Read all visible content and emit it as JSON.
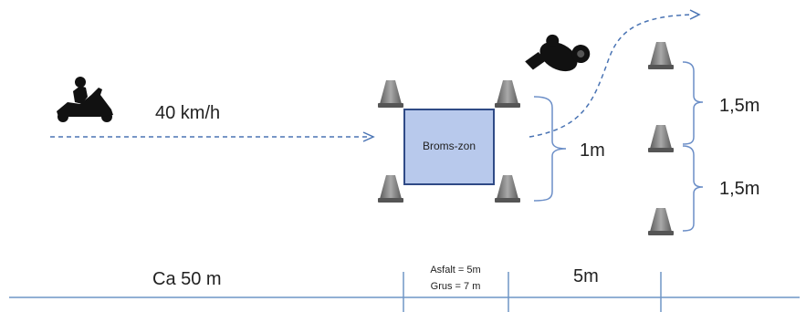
{
  "speed_label": "40 km/h",
  "zone_label": "Broms-zon",
  "gap_1m": "1m",
  "gap_15_top": "1,5m",
  "gap_15_bottom": "1,5m",
  "distance_approach": "Ca 50 m",
  "surface_asphalt": "Asfalt = 5m",
  "surface_gravel": "Grus = 7 m",
  "distance_5m": "5m",
  "icons": {
    "rider_left": "scooter-rider-icon",
    "rider_turning": "turning-scooter-rider-icon",
    "cone": "traffic-cone-icon"
  },
  "colors": {
    "arrow": "#4a74b4",
    "zone_fill": "#b8c9ec",
    "zone_border": "#2f4a86",
    "bracket": "#6b8ec7",
    "baseline": "#6f96c6",
    "cone": "#7a7a7a"
  }
}
